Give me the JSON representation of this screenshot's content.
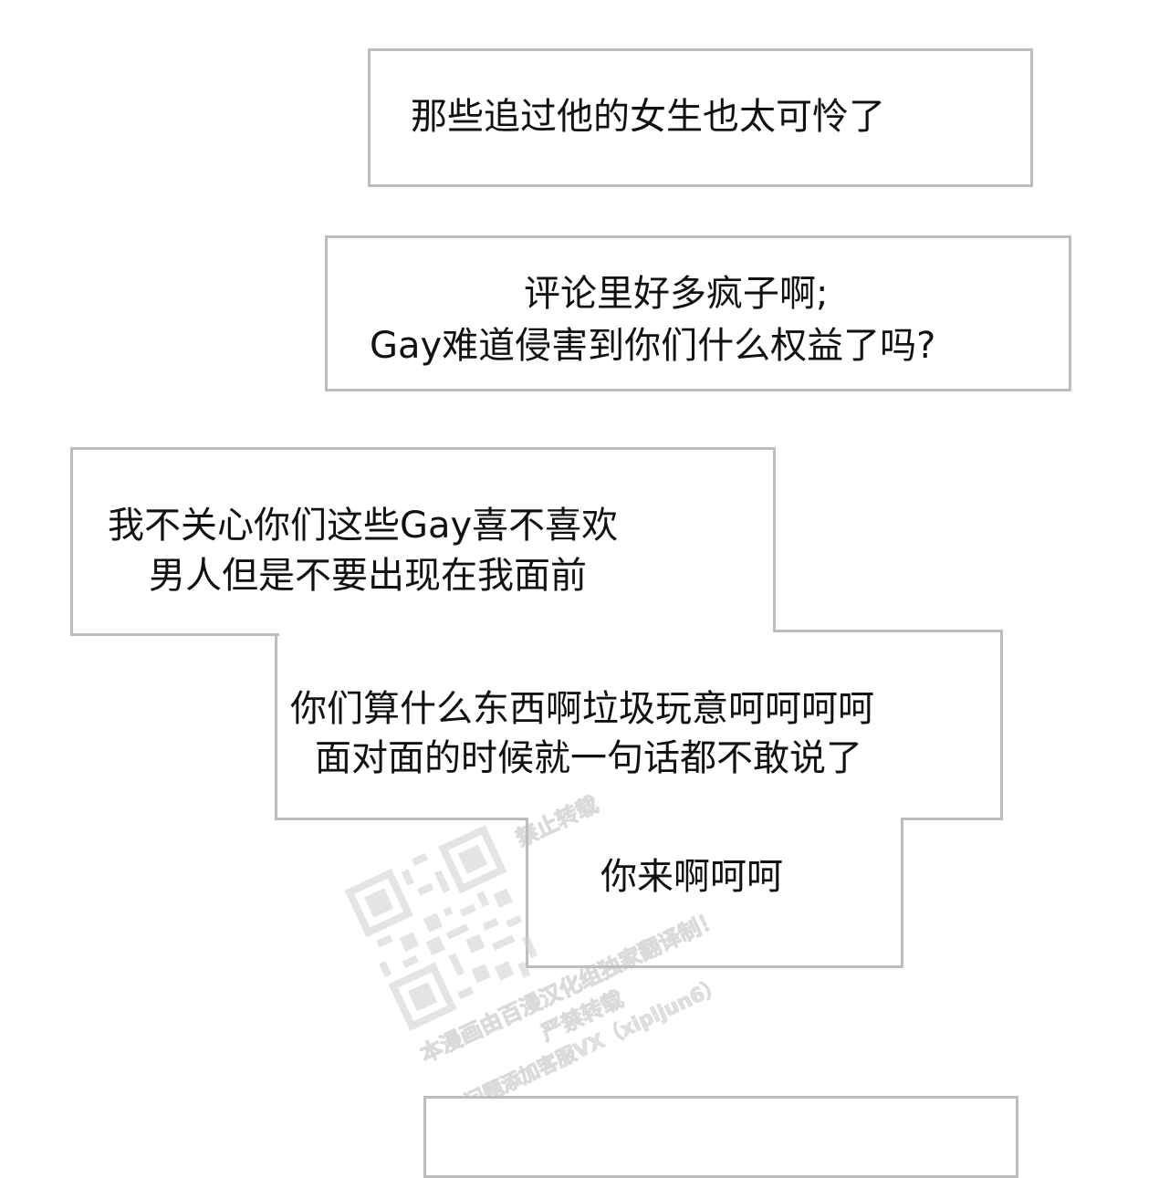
{
  "bubbles": {
    "b1": {
      "text": "那些追过他的女生也太可怜了"
    },
    "b2": {
      "line1": "评论里好多疯子啊;",
      "line2": "Gay难道侵害到你们什么权益了吗?"
    },
    "b3": {
      "line1": "我不关心你们这些Gay喜不喜欢",
      "line2": "男人但是不要出现在我面前"
    },
    "b4": {
      "line1": "你们算什么东西啊垃圾玩意呵呵呵呵",
      "line2": "面对面的时候就一句话都不敢说了"
    },
    "b5": {
      "text": "你来啊呵呵"
    }
  },
  "watermark": {
    "line1": "禁止转载",
    "line2": "本漫画由百漫汉化组独家翻译制！",
    "line3": "严禁转载",
    "line4": "有问题添加客服VX（xipijun6）",
    "colors": {
      "text": "#c8c8c8",
      "qr": "#cfcfcf"
    }
  },
  "colors": {
    "border": "#bdbdbd",
    "text": "#111111",
    "background": "#ffffff"
  }
}
